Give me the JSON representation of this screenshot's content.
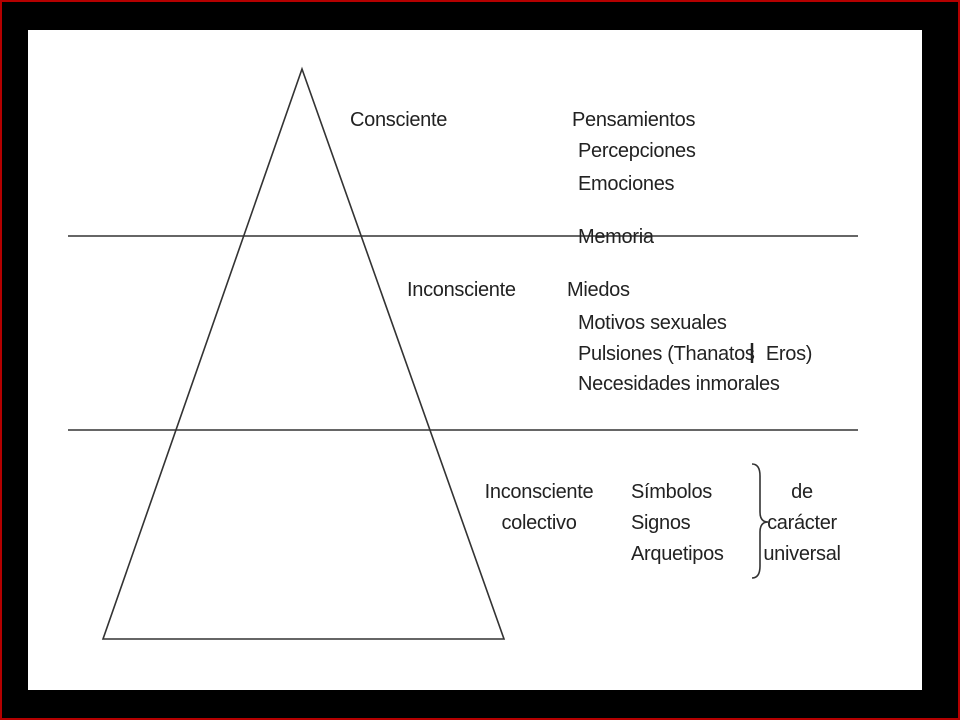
{
  "colors": {
    "frame": "#b40000",
    "background": "#000000",
    "slide": "#ffffff",
    "ink": "#222222"
  },
  "levels": {
    "consciente": {
      "label": "Consciente",
      "items": [
        "Pensamientos",
        "Percepciones",
        "Emociones"
      ]
    },
    "memoria": "Memoria",
    "inconsciente": {
      "label": "Inconsciente",
      "items": [
        "Miedos",
        "Motivos sexuales"
      ]
    },
    "pulsiones": {
      "prefix": "Pulsiones (Thanatos",
      "suffix": " Eros)"
    },
    "necesidades": "Necesidades inmorales",
    "colectivo": {
      "label_line1": "Inconsciente",
      "label_line2": "colectivo",
      "items": [
        "Símbolos",
        "Signos",
        "Arquetipos"
      ],
      "note": [
        "de",
        "carácter",
        "universal"
      ]
    }
  }
}
